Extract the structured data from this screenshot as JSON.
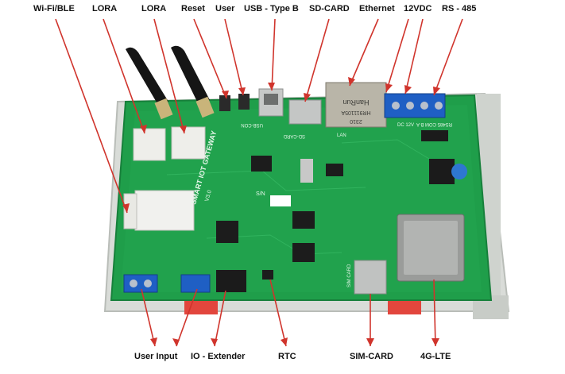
{
  "labels_top": [
    {
      "id": "wifi-ble",
      "text": "Wi-Fi/BLE"
    },
    {
      "id": "lora-1",
      "text": "LORA"
    },
    {
      "id": "lora-2",
      "text": "LORA"
    },
    {
      "id": "reset",
      "text": "Reset"
    },
    {
      "id": "user",
      "text": "User"
    },
    {
      "id": "usb-type-b",
      "text": "USB - Type B"
    },
    {
      "id": "sd-card",
      "text": "SD-CARD"
    },
    {
      "id": "ethernet",
      "text": "Ethernet"
    },
    {
      "id": "power-12vdc",
      "text": "12VDC"
    },
    {
      "id": "rs-485",
      "text": "RS - 485"
    }
  ],
  "labels_bottom": [
    {
      "id": "user-input",
      "text": "User Input"
    },
    {
      "id": "io-extender",
      "text": "IO - Extender"
    },
    {
      "id": "rtc",
      "text": "RTC"
    },
    {
      "id": "sim-card",
      "text": "SIM-CARD"
    },
    {
      "id": "lte-4g",
      "text": "4G-LTE"
    }
  ],
  "board": {
    "title": "SMART IOT GATEWAY",
    "version": "V3.0",
    "serial_label": "S/N",
    "ethernet_brand": "HanRun",
    "ethernet_part": "HR911105A",
    "ethernet_code": "2310",
    "usb_silk": "USB-CON",
    "sd_silk": "SD-CARD",
    "lan_silk": "LAN",
    "rs485_silk": "RS485 COM  B  A",
    "power_silk": "DC 12V",
    "sim_silk": "SIM CARD"
  },
  "colors": {
    "label_text": "#111111",
    "arrow": "#d0342c",
    "pcb": "#1f9e4a"
  }
}
